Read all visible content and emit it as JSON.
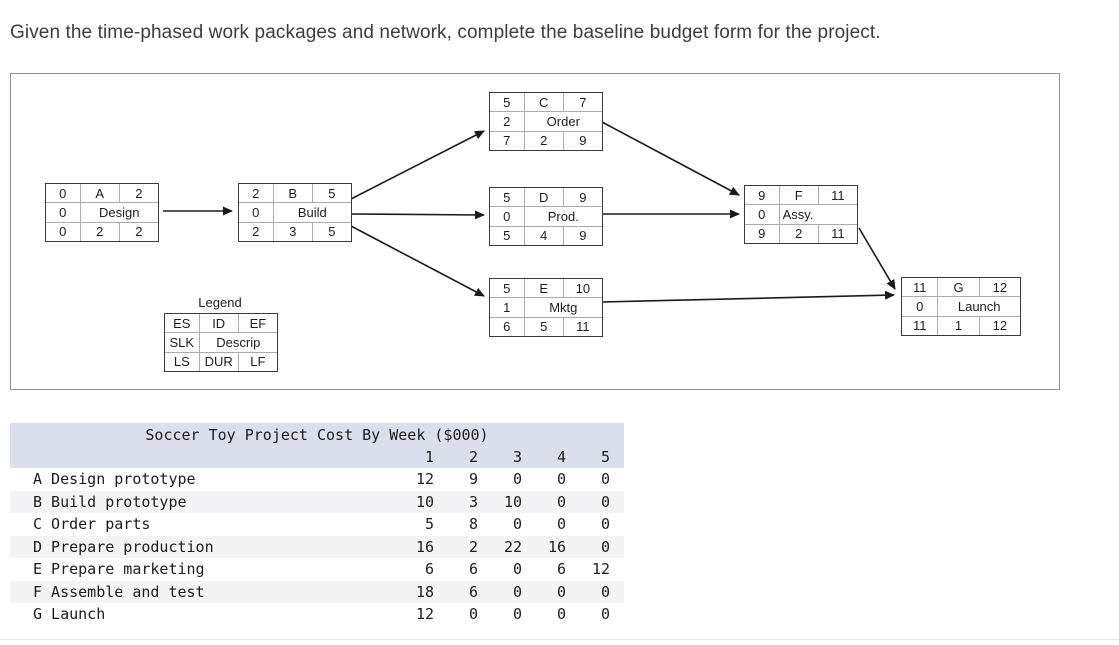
{
  "page": {
    "title": "Given the time-phased work packages and network, complete the baseline budget form for the project."
  },
  "network": {
    "legend": {
      "title": "Legend",
      "es": "ES",
      "id": "ID",
      "ef": "EF",
      "slk": "SLK",
      "descrip": "Descrip",
      "ls": "LS",
      "dur": "DUR",
      "lf": "LF"
    },
    "nodes": [
      {
        "id": "A",
        "name": "Design",
        "es": 0,
        "ef": 2,
        "slk": 0,
        "ls": 0,
        "dur": 2,
        "lf": 2
      },
      {
        "id": "B",
        "name": "Build",
        "es": 2,
        "ef": 5,
        "slk": 0,
        "ls": 2,
        "dur": 3,
        "lf": 5
      },
      {
        "id": "C",
        "name": "Order",
        "es": 5,
        "ef": 7,
        "slk": 2,
        "ls": 7,
        "dur": 2,
        "lf": 9
      },
      {
        "id": "D",
        "name": "Prod.",
        "es": 5,
        "ef": 9,
        "slk": 0,
        "ls": 5,
        "dur": 4,
        "lf": 9
      },
      {
        "id": "E",
        "name": "Mktg",
        "es": 5,
        "ef": 10,
        "slk": 1,
        "ls": 6,
        "dur": 5,
        "lf": 11
      },
      {
        "id": "F",
        "name": "Assy.",
        "es": 9,
        "ef": 11,
        "slk": 0,
        "ls": 9,
        "dur": 2,
        "lf": 11
      },
      {
        "id": "G",
        "name": "Launch",
        "es": 11,
        "ef": 12,
        "slk": 0,
        "ls": 11,
        "dur": 1,
        "lf": 12
      }
    ],
    "edges": [
      [
        "A",
        "B"
      ],
      [
        "B",
        "C"
      ],
      [
        "B",
        "D"
      ],
      [
        "B",
        "E"
      ],
      [
        "C",
        "F"
      ],
      [
        "D",
        "F"
      ],
      [
        "F",
        "G"
      ],
      [
        "E",
        "G"
      ]
    ]
  },
  "cost_table": {
    "title": "Soccer Toy Project Cost By Week ($000)",
    "week_headers": [
      "1",
      "2",
      "3",
      "4",
      "5"
    ],
    "rows": [
      {
        "label": "A Design prototype",
        "values": [
          12,
          9,
          0,
          0,
          0
        ]
      },
      {
        "label": "B Build prototype",
        "values": [
          10,
          3,
          10,
          0,
          0
        ]
      },
      {
        "label": "C Order parts",
        "values": [
          5,
          8,
          0,
          0,
          0
        ]
      },
      {
        "label": "D Prepare production",
        "values": [
          16,
          2,
          22,
          16,
          0
        ]
      },
      {
        "label": "E Prepare marketing",
        "values": [
          6,
          6,
          0,
          6,
          12
        ]
      },
      {
        "label": "F Assemble and test",
        "values": [
          18,
          6,
          0,
          0,
          0
        ]
      },
      {
        "label": "G Launch",
        "values": [
          12,
          0,
          0,
          0,
          0
        ]
      }
    ],
    "colors": {
      "header_bg": "#dbdfec",
      "stripe_bg": "#f4f4f6"
    }
  }
}
